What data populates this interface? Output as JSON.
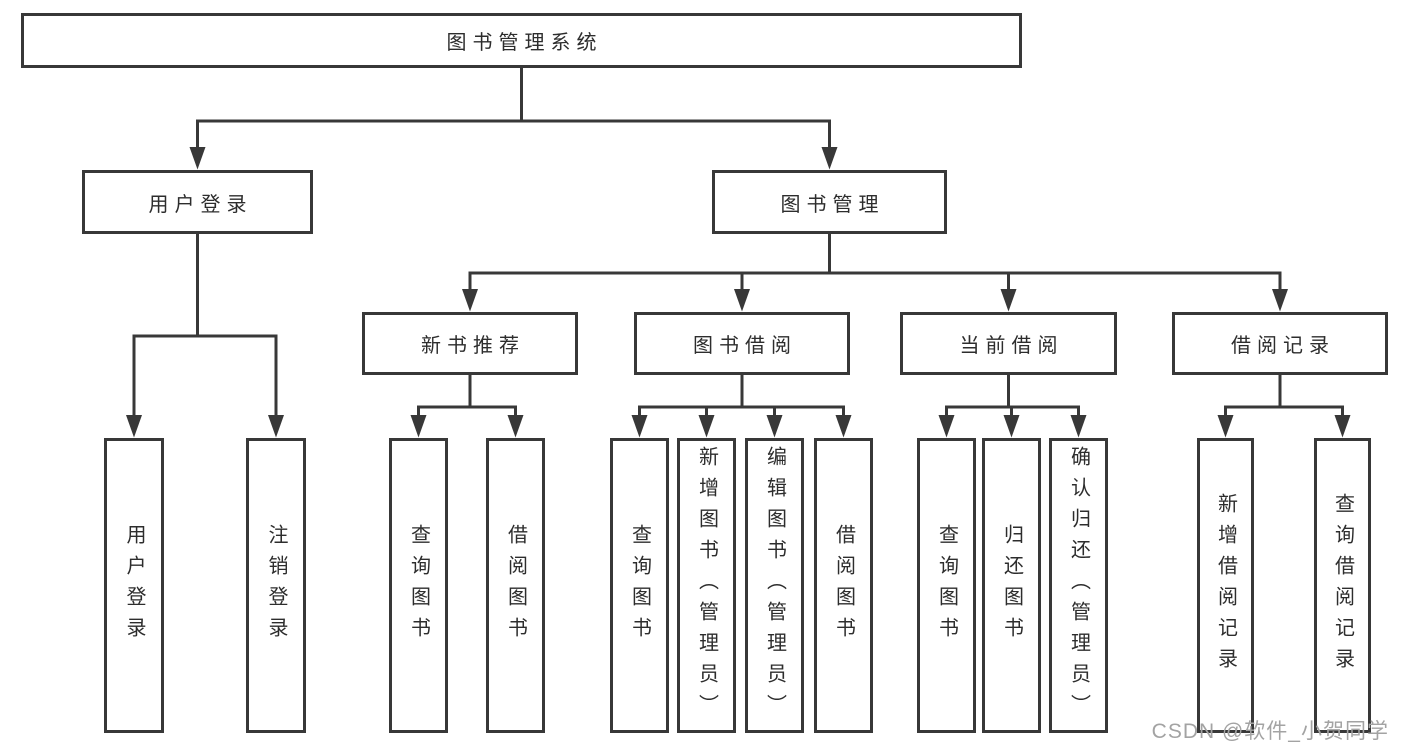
{
  "diagram": {
    "tree": {
      "label": "图书管理系统",
      "children": [
        {
          "label": "用户登录",
          "children": [
            {
              "label": "用户登录"
            },
            {
              "label": "注销登录"
            }
          ]
        },
        {
          "label": "图书管理",
          "children": [
            {
              "label": "新书推荐",
              "children": [
                {
                  "label": "查询图书"
                },
                {
                  "label": "借阅图书"
                }
              ]
            },
            {
              "label": "图书借阅",
              "children": [
                {
                  "label": "查询图书"
                },
                {
                  "label": "新增图书（管理员）"
                },
                {
                  "label": "编辑图书（管理员）"
                },
                {
                  "label": "借阅图书"
                }
              ]
            },
            {
              "label": "当前借阅",
              "children": [
                {
                  "label": "查询图书"
                },
                {
                  "label": "归还图书"
                },
                {
                  "label": "确认归还（管理员）"
                }
              ]
            },
            {
              "label": "借阅记录",
              "children": [
                {
                  "label": "新增借阅记录"
                },
                {
                  "label": "查询借阅记录"
                }
              ]
            }
          ]
        }
      ]
    },
    "watermark": "CSDN @软件_小贺同学",
    "colors": {
      "line": "#383838",
      "box_border": "#383838",
      "text": "#2d2d2d",
      "watermark": "#a3a3a3",
      "background": "#ffffff"
    }
  }
}
